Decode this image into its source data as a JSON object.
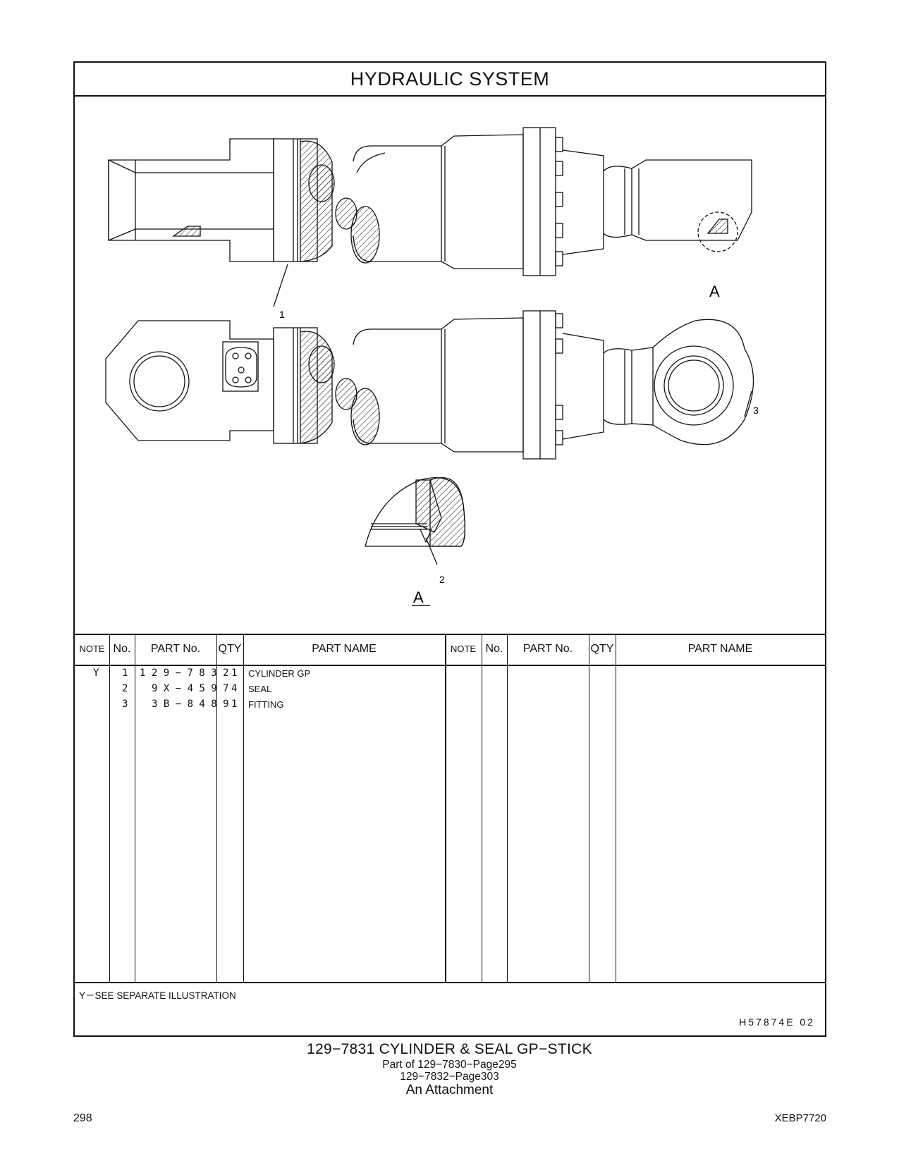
{
  "header": {
    "title": "HYDRAULIC   SYSTEM"
  },
  "illustration": {
    "callouts": [
      "1",
      "2",
      "3"
    ],
    "view_label": "A",
    "detail_label": "A"
  },
  "table": {
    "headers": [
      "NOTE",
      "No.",
      "PART No.",
      "QTY",
      "PART NAME",
      "NOTE",
      "No.",
      "PART No.",
      "QTY",
      "PART NAME"
    ],
    "rows": [
      {
        "note": "Y",
        "no": "1",
        "part_no": "1 2 9 − 7 8 3 2",
        "qty": "1",
        "name": "CYLINDER  GP"
      },
      {
        "note": "",
        "no": "2",
        "part_no": "9 X − 4 5 9 7",
        "qty": "4",
        "name": "SEAL"
      },
      {
        "note": "",
        "no": "3",
        "part_no": "3 B − 8 4 8 9",
        "qty": "1",
        "name": "FITTING"
      }
    ]
  },
  "footnote": "Y－SEE  SEPARATE  ILLUSTRATION",
  "illustration_ref": "H57874E   02",
  "caption": {
    "line1": "129−7831   CYLINDER  &  SEAL  GP−STICK",
    "line2": "Part of 129−7830−Page295",
    "line3": "129−7832−Page303",
    "line4": "An Attachment"
  },
  "page_number": "298",
  "doc_id": "XEBP7720"
}
